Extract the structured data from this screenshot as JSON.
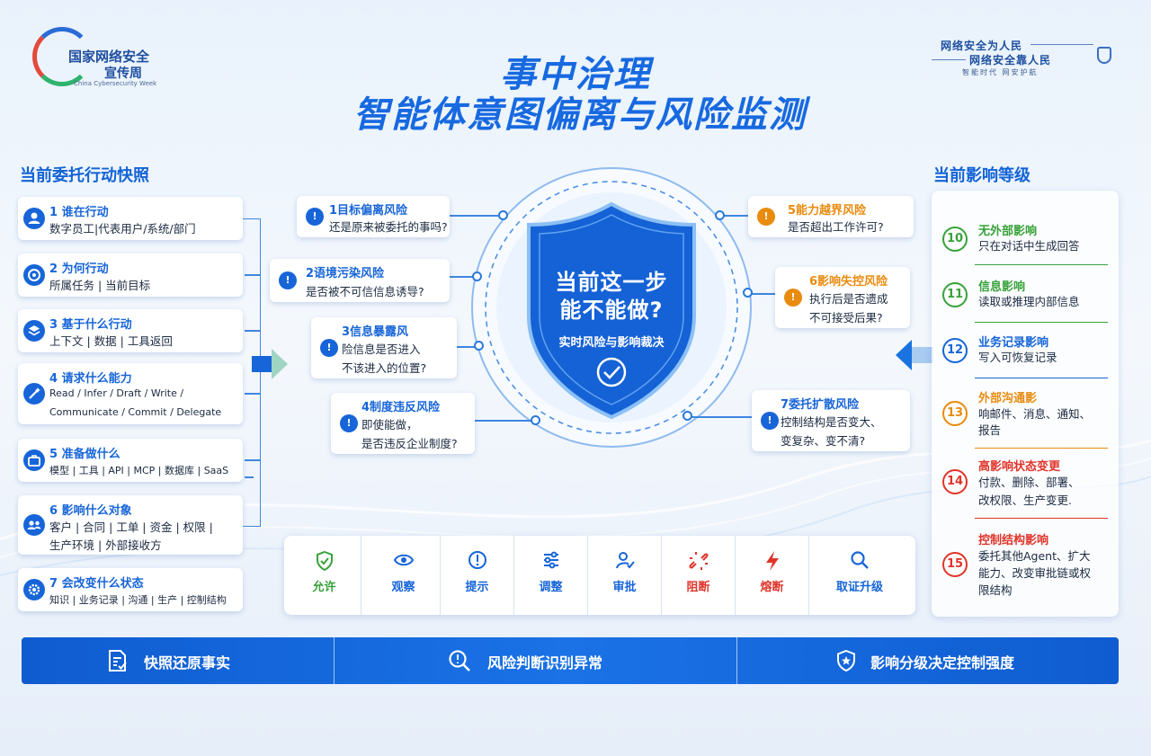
{
  "logo": {
    "line1": "国家网络安全",
    "line2": "宣传周",
    "line3": "China Cybersecurity Week"
  },
  "slogan": {
    "line1": "网络安全为人民",
    "line2": "网络安全靠人民",
    "line3": "智能时代 网安护航"
  },
  "title": {
    "line1": "事中治理",
    "line2": "智能体意图偏离与风险监测"
  },
  "left": {
    "heading": "当前委托行动快照",
    "items": [
      {
        "num": "1",
        "title": "谁在行动",
        "body": "数字员工|代表用户/系统/部门",
        "icon": "person-icon"
      },
      {
        "num": "2",
        "title": "为何行动",
        "body": "所属任务 | 当前目标",
        "icon": "target-icon"
      },
      {
        "num": "3",
        "title": "基于什么行动",
        "body": "上下文 | 数据 | 工具返回",
        "icon": "layers-icon"
      },
      {
        "num": "4",
        "title": "请求什么能力",
        "body1": "Read / Infer / Draft / Write /",
        "body2": "Communicate / Commit / Delegate",
        "icon": "wand-icon"
      },
      {
        "num": "5",
        "title": "准备做什么",
        "body": "模型 | 工具 | API | MCP | 数据库 | SaaS",
        "icon": "toolbox-icon"
      },
      {
        "num": "6",
        "title": "影响什么对象",
        "body1": "客户 | 合同 | 工单 | 资金 | 权限 |",
        "body2": "生产环境 | 外部接收方",
        "icon": "group-icon"
      },
      {
        "num": "7",
        "title": "会改变什么状态",
        "body": "知识 | 业务记录 | 沟通 | 生产 | 控制结构",
        "icon": "gear-icon"
      }
    ]
  },
  "risks": [
    {
      "title": "1目标偏离风险",
      "body1": "还是原来被委托的事吗?",
      "body2": ""
    },
    {
      "title": "2语境污染风险",
      "body1": "是否被不可信信息诱导?",
      "body2": ""
    },
    {
      "title": "3信息暴露风",
      "body1": "险信息是否进入",
      "body2": "不该进入的位置?"
    },
    {
      "title": "4制度违反风险",
      "body1": "即使能做，",
      "body2": "是否违反企业制度?"
    },
    {
      "title": "5能力越界风险",
      "body1": "是否超出工作许可?",
      "body2": ""
    },
    {
      "title": "6影响失控风险",
      "body1": "执行后是否遗成",
      "body2": "不可接受后果?"
    },
    {
      "title": "7委托扩散风险",
      "body1": "控制结构是否变大、",
      "body2": "变复杂、变不清?"
    }
  ],
  "shield": {
    "line1": "当前这一步",
    "line2": "能不能做?",
    "line3": "实时风险与影响裁决"
  },
  "actions": [
    {
      "label": "允许",
      "icon": "shield-check-icon",
      "color": "#37a23a"
    },
    {
      "label": "观察",
      "icon": "eye-icon",
      "color": "#1765d8"
    },
    {
      "label": "提示",
      "icon": "info-icon",
      "color": "#1765d8"
    },
    {
      "label": "调整",
      "icon": "sliders-icon",
      "color": "#1765d8"
    },
    {
      "label": "审批",
      "icon": "user-check-icon",
      "color": "#1765d8"
    },
    {
      "label": "阻断",
      "icon": "broken-link-icon",
      "color": "#e0342a"
    },
    {
      "label": "熔断",
      "icon": "lightning-icon",
      "color": "#e0342a"
    },
    {
      "label": "取证升级",
      "icon": "magnifier-icon",
      "color": "#1765d8"
    }
  ],
  "right": {
    "heading": "当前影响等级",
    "levels": [
      {
        "num": "10",
        "title": "无外部影响",
        "body": [
          "只在对话中生成回答"
        ],
        "color": "#37a23a"
      },
      {
        "num": "11",
        "title": "信息影响",
        "body": [
          "读取或推理内部信息"
        ],
        "color": "#37a23a"
      },
      {
        "num": "12",
        "title": "业务记录影响",
        "body": [
          "写入可恢复记录"
        ],
        "color": "#1765d8"
      },
      {
        "num": "13",
        "title": "外部沟通影",
        "body": [
          "响邮件、消息、通知、",
          "报告"
        ],
        "color": "#e88b0e"
      },
      {
        "num": "14",
        "title": "高影响状态变更",
        "body": [
          "付款、删除、部署、",
          "改权限、生产变更."
        ],
        "color": "#e0342a"
      },
      {
        "num": "15",
        "title": "控制结构影响",
        "body": [
          "委托其他Agent、扩大",
          "能力、改变审批链或权",
          "限结构"
        ],
        "color": "#e0342a"
      }
    ]
  },
  "bottom": [
    {
      "label": "快照还原事实",
      "icon": "document-icon"
    },
    {
      "label": "风险判断识别异常",
      "icon": "search-icon"
    },
    {
      "label": "影响分级决定控制强度",
      "icon": "shield-star-icon"
    }
  ]
}
